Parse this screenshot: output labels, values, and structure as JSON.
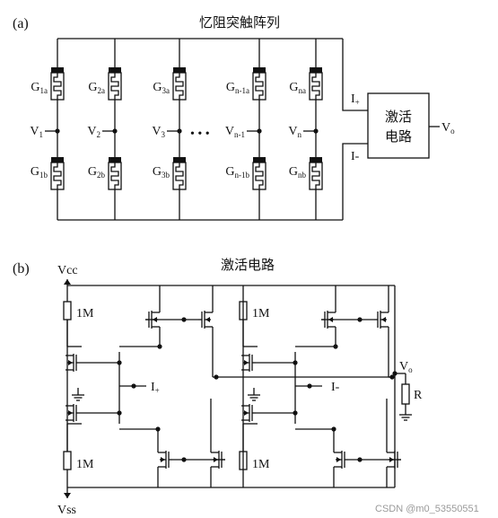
{
  "panel_a": {
    "tag": "(a)",
    "title": "忆阻突触阵列",
    "ellipsis": "• • •",
    "top_labels": [
      {
        "main": "G",
        "sub": "1a"
      },
      {
        "main": "G",
        "sub": "2a"
      },
      {
        "main": "G",
        "sub": "3a"
      },
      {
        "main": "G",
        "sub": "n-1a"
      },
      {
        "main": "G",
        "sub": "na"
      }
    ],
    "bottom_labels": [
      {
        "main": "G",
        "sub": "1b"
      },
      {
        "main": "G",
        "sub": "2b"
      },
      {
        "main": "G",
        "sub": "3b"
      },
      {
        "main": "G",
        "sub": "n-1b"
      },
      {
        "main": "G",
        "sub": "nb"
      }
    ],
    "v_labels": [
      {
        "main": "V",
        "sub": "1"
      },
      {
        "main": "V",
        "sub": "2"
      },
      {
        "main": "V",
        "sub": "3"
      },
      {
        "main": "V",
        "sub": "n-1"
      },
      {
        "main": "V",
        "sub": "n"
      }
    ],
    "block_line1": "激活",
    "block_line2": "电路",
    "iplus": {
      "main": "I",
      "sub": "+"
    },
    "iminus": "I-",
    "vo": {
      "main": "V",
      "sub": "o"
    }
  },
  "panel_b": {
    "tag": "(b)",
    "title": "激活电路",
    "vcc": "Vcc",
    "vss": "Vss",
    "res_1m": "1M",
    "iplus": {
      "main": "I",
      "sub": "+"
    },
    "iminus": "I-",
    "vo": {
      "main": "V",
      "sub": "o"
    },
    "r": "R"
  },
  "watermark": "CSDN @m0_53550551"
}
